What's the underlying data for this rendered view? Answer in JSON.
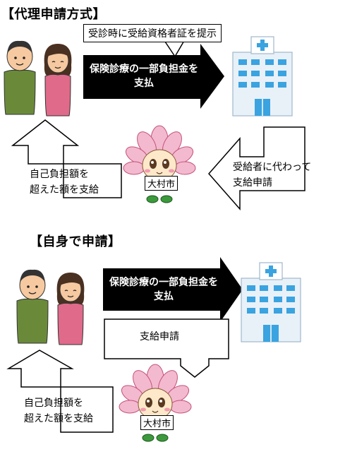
{
  "section1": {
    "heading": "【代理申請方式】",
    "callout": "受診時に受給資格者証を提示",
    "black_arrow_line1": "保険診療の一部負担金を",
    "black_arrow_line2": "支払",
    "left_arrow_text_line1": "受給者に代わって",
    "left_arrow_text_line2": "支給申請",
    "up_arrow_text_line1": "自己負担額を",
    "up_arrow_text_line2": "超えた額を支給",
    "mascot_sign": "大村市"
  },
  "section2": {
    "heading": "【自身で申請】",
    "black_arrow_line1": "保険診療の一部負担金を",
    "black_arrow_line2": "支払",
    "bent_arrow_text": "支給申請",
    "up_arrow_text_line1": "自己負担額を",
    "up_arrow_text_line2": "超えた額を支給",
    "mascot_sign": "大村市"
  },
  "colors": {
    "black_arrow": "#000000",
    "hospital_blue": "#3aa3e0",
    "hospital_body": "#e8f1f8",
    "mascot_pink": "#f3b9cf",
    "man_shirt": "#6a8a3a",
    "woman_shirt": "#e06a8a"
  },
  "icons": [
    "hospital-icon",
    "couple-illustration",
    "mascot-illustration"
  ]
}
